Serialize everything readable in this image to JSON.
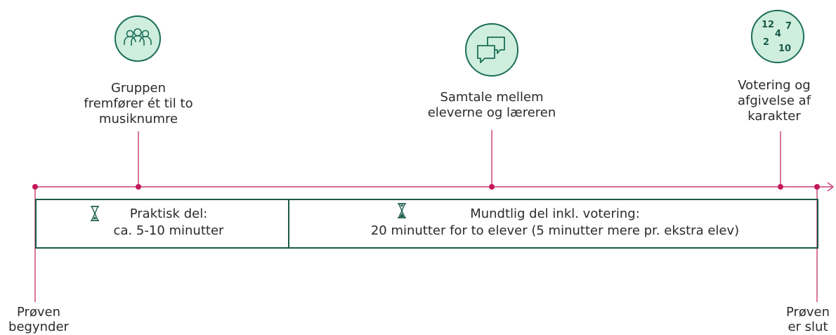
{
  "colors": {
    "accent": "#c2185b",
    "icon_fill": "#cfeedd",
    "icon_stroke": "#1a6e58",
    "box_border": "#1a5a4a"
  },
  "events": {
    "group": {
      "icon": "group-icon",
      "lines": [
        "Gruppen",
        "fremfører ét til to",
        "musiknumre"
      ]
    },
    "talk": {
      "icon": "chat-bubbles-icon",
      "lines": [
        "Samtale mellem",
        "eleverne og læreren"
      ]
    },
    "vote": {
      "icon": "grades-icon",
      "grades": [
        "12",
        "7",
        "4",
        "2",
        "10"
      ],
      "lines": [
        "Votering og",
        "afgivelse af",
        "karakter"
      ]
    }
  },
  "phases": {
    "practical": {
      "icon": "hourglass-icon",
      "lines": [
        "Praktisk del:",
        "ca. 5-10 minutter"
      ]
    },
    "oral": {
      "icon": "hourglass-icon",
      "lines": [
        "Mundtlig del inkl. votering:",
        "20 minutter for to elever (5 minutter mere pr. ekstra elev)"
      ]
    }
  },
  "endpoints": {
    "start": [
      "Prøven",
      "begynder"
    ],
    "end": [
      "Prøven",
      "er slut"
    ]
  }
}
